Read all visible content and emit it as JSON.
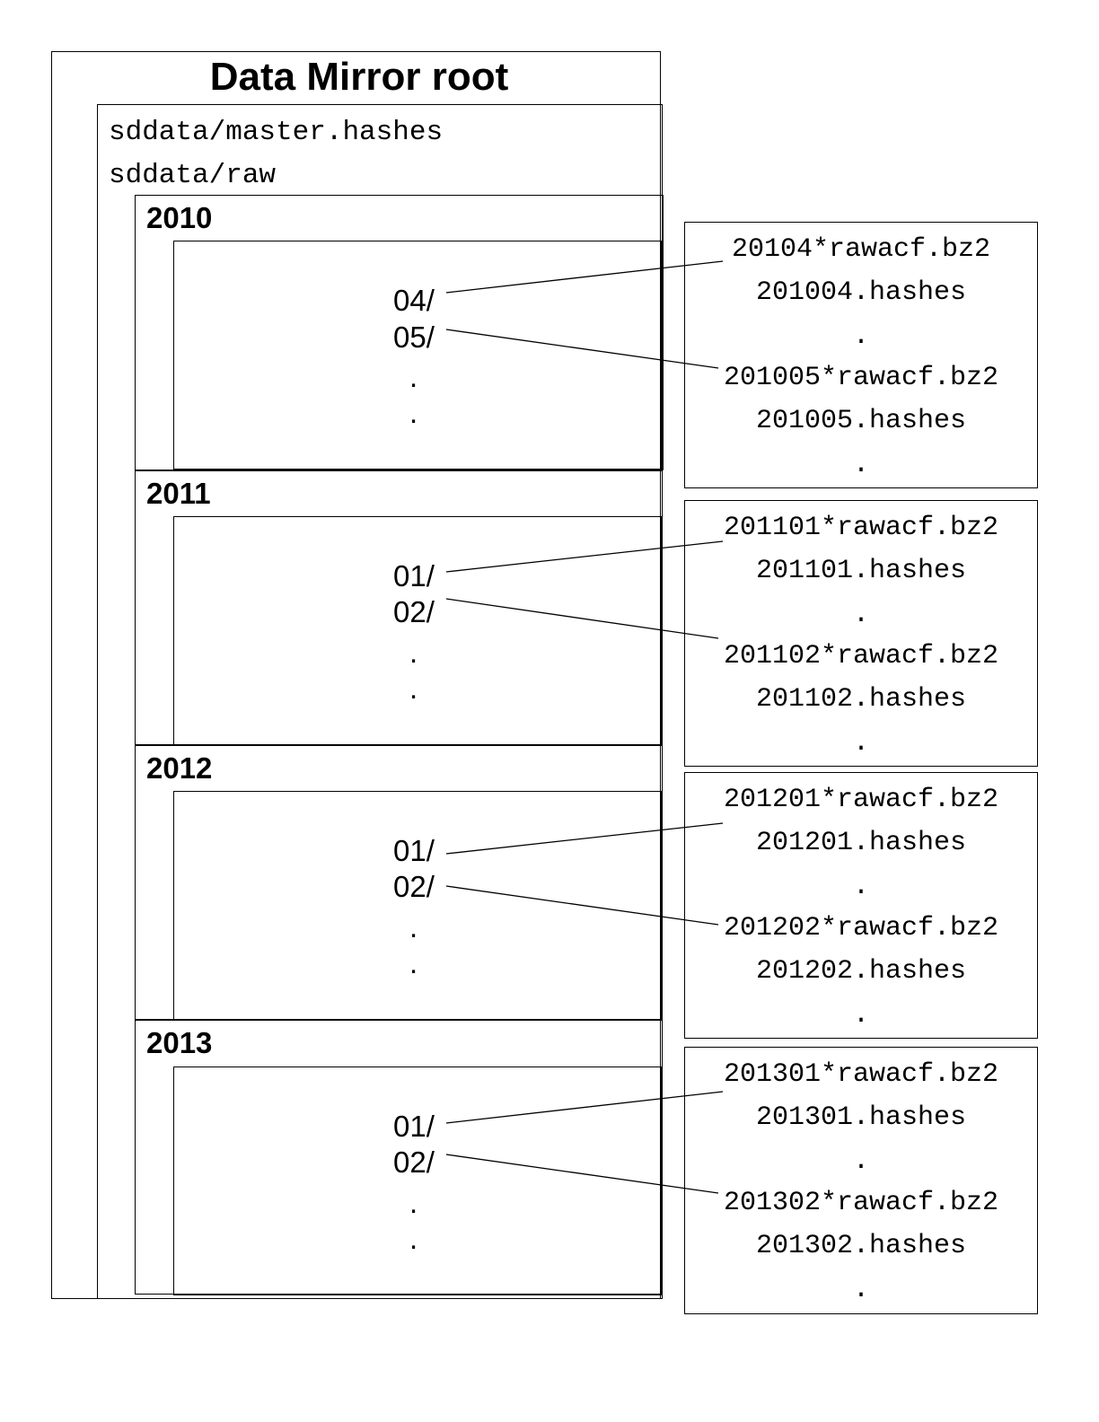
{
  "root": {
    "title": "Data Mirror root",
    "entries": [
      "sddata/master.hashes",
      "sddata/raw"
    ]
  },
  "years": [
    {
      "label": "2010",
      "subdirs": [
        "04/",
        "05/"
      ],
      "dots": [
        ".",
        "."
      ],
      "files": [
        "20104*rawacf.bz2",
        "201004.hashes",
        ".",
        "201005*rawacf.bz2",
        "201005.hashes",
        "."
      ]
    },
    {
      "label": "2011",
      "subdirs": [
        "01/",
        "02/"
      ],
      "dots": [
        ".",
        "."
      ],
      "files": [
        "201101*rawacf.bz2",
        "201101.hashes",
        ".",
        "201102*rawacf.bz2",
        "201102.hashes",
        "."
      ]
    },
    {
      "label": "2012",
      "subdirs": [
        "01/",
        "02/"
      ],
      "dots": [
        ".",
        "."
      ],
      "files": [
        "201201*rawacf.bz2",
        "201201.hashes",
        ".",
        "201202*rawacf.bz2",
        "201202.hashes",
        "."
      ]
    },
    {
      "label": "2013",
      "subdirs": [
        "01/",
        "02/"
      ],
      "dots": [
        ".",
        "."
      ],
      "files": [
        "201301*rawacf.bz2",
        "201301.hashes",
        ".",
        "201302*rawacf.bz2",
        "201302.hashes",
        "."
      ]
    }
  ]
}
